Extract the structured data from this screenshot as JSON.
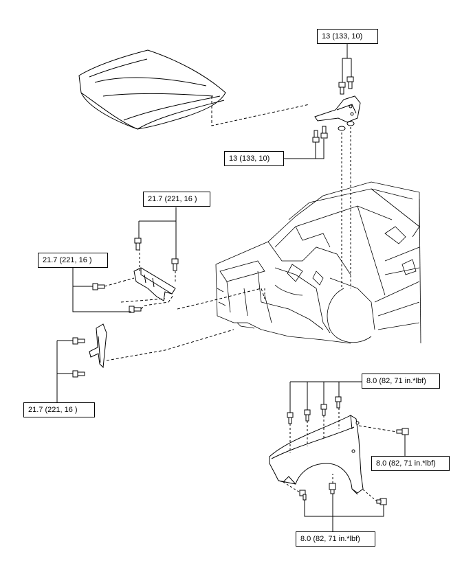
{
  "callouts": {
    "hood_hinge_upper": "13 (133, 10)",
    "hood_hinge_lower": "13 (133, 10)",
    "bracket_top": "21.7 (221, 16 )",
    "bracket_left": "21.7 (221, 16 )",
    "bracket_lower": "21.7 (221, 16 )",
    "fender_top": "8.0 (82, 71 in.*lbf)",
    "fender_right": "8.0 (82, 71 in.*lbf)",
    "fender_bottom": "8.0 (82, 71 in.*lbf)"
  },
  "parts": {
    "hood": "hood",
    "hood_hinge": "hood-hinge",
    "body": "vehicle-body",
    "upper_bracket": "fender-upper-bracket",
    "side_bracket": "fender-side-bracket",
    "fender": "front-fender"
  }
}
